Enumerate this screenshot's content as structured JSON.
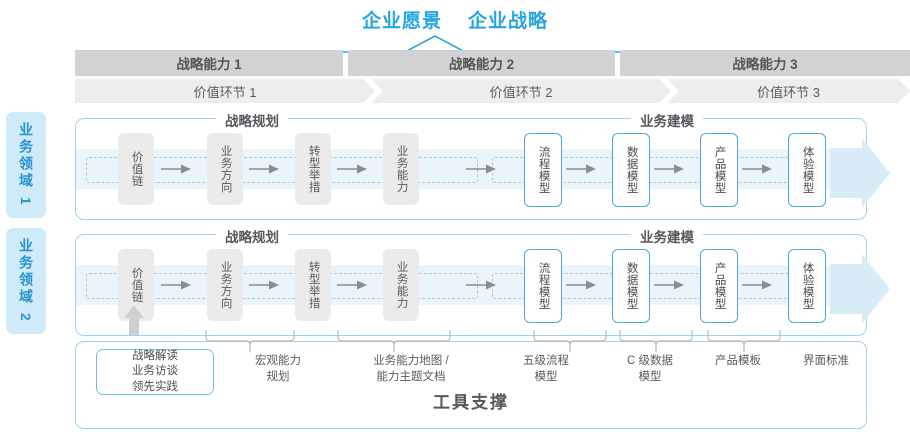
{
  "header": {
    "vision_title": "企业愿景",
    "strategy_title": "企业战略"
  },
  "capabilities": [
    {
      "label": "战略能力 1"
    },
    {
      "label": "战略能力 2"
    },
    {
      "label": "战略能力 3"
    }
  ],
  "value_links": [
    {
      "label": "价值环节 1"
    },
    {
      "label": "价值环节 2"
    },
    {
      "label": "价值环节 3"
    }
  ],
  "domains": [
    {
      "tab_label": "业务领域 1",
      "sections": [
        {
          "caption": "战略规划"
        },
        {
          "caption": "业务建模"
        }
      ],
      "nodes": [
        {
          "label": "价值链",
          "style": "gray"
        },
        {
          "label": "业务方向",
          "style": "gray"
        },
        {
          "label": "转型举措",
          "style": "gray"
        },
        {
          "label": "业务能力",
          "style": "gray"
        },
        {
          "label": "流程模型",
          "style": "blue"
        },
        {
          "label": "数据模型",
          "style": "blue"
        },
        {
          "label": "产品模型",
          "style": "blue"
        },
        {
          "label": "体验模型",
          "style": "blue"
        }
      ]
    },
    {
      "tab_label": "业务领域 2",
      "sections": [
        {
          "caption": "战略规划"
        },
        {
          "caption": "业务建模"
        }
      ],
      "nodes": [
        {
          "label": "价值链",
          "style": "gray"
        },
        {
          "label": "业务方向",
          "style": "gray"
        },
        {
          "label": "转型举措",
          "style": "gray"
        },
        {
          "label": "业务能力",
          "style": "gray"
        },
        {
          "label": "流程模型",
          "style": "blue"
        },
        {
          "label": "数据模型",
          "style": "blue"
        },
        {
          "label": "产品模型",
          "style": "blue"
        },
        {
          "label": "体验模型",
          "style": "blue"
        }
      ]
    }
  ],
  "tools": {
    "title": "工具支撑",
    "chip": "战略解读\n业务访谈\n领先实践",
    "labels": [
      {
        "text": "宏观能力\n规划"
      },
      {
        "text": "业务能力地图 /\n能力主题文档"
      },
      {
        "text": "五级流程\n模型"
      },
      {
        "text": "C 级数据\n模型"
      },
      {
        "text": "产品模板"
      },
      {
        "text": "界面标准"
      }
    ]
  },
  "colors": {
    "accent_blue": "#26a6e0",
    "border_blue": "#9ed4ee",
    "node_blue": "#4aa8dc",
    "tab_bg": "#cfeaf8",
    "cap_bar": "#d2d2d2",
    "vl_bar": "#ededed",
    "band": "#eaf4fb",
    "node_gray": "#ebebeb"
  }
}
